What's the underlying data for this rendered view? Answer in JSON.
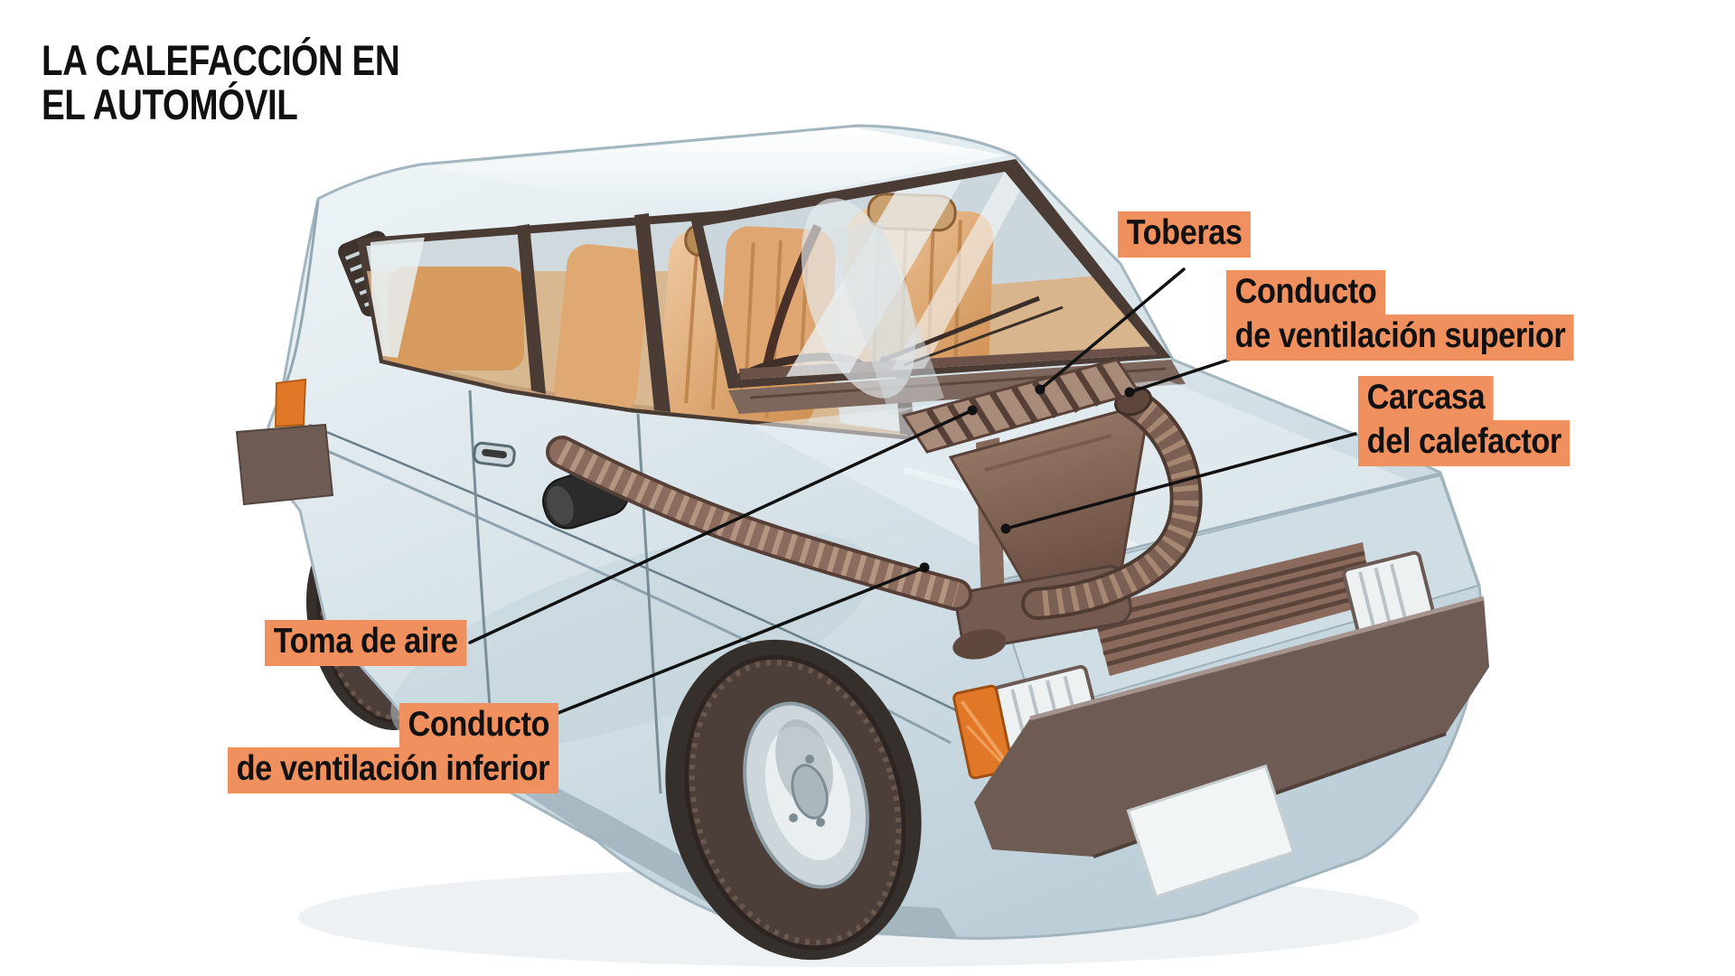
{
  "title": {
    "line1": "LA CALEFACCIÓN EN",
    "line2": "EL AUTOMÓVIL"
  },
  "labels": {
    "toberas": "Toberas",
    "conducto_superior_line1": "Conducto",
    "conducto_superior_line2": "de ventilación superior",
    "carcasa_line1": "Carcasa",
    "carcasa_line2": "del calefactor",
    "toma_aire": "Toma de aire",
    "conducto_inferior_line1": "Conducto",
    "conducto_inferior_line2": "de ventilación inferior"
  },
  "colors": {
    "label_background": "#F0905E",
    "text": "#111111",
    "page_background": "#FFFFFF",
    "leader_line": "#111111",
    "car_body_blue": "#D6E2E8",
    "interior_tan": "#E0A872",
    "heater_brown": "#8A675A",
    "signal_orange": "#E07828"
  },
  "illustration": {
    "subject": "Cutaway front three-quarter view of a light blue three-door hatchback showing the cabin heating and ventilation system"
  }
}
